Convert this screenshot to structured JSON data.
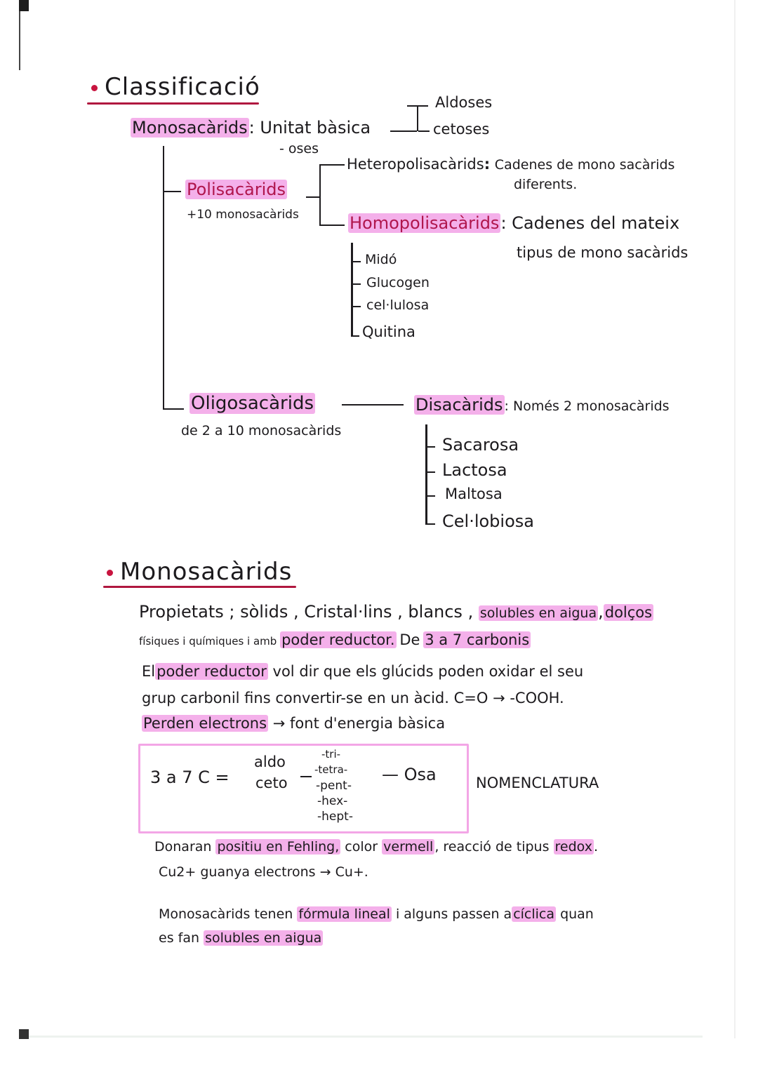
{
  "page": {
    "background": "#ffffff",
    "highlight_color": "#f4b0ea",
    "ink_color": "#1c1a1d",
    "accent_red": "#c8143f"
  },
  "section1": {
    "title": "Classificació",
    "monosacarids": {
      "label": "Monosacàrids",
      "colon": ":",
      "desc": "Unitat bàsica",
      "suffix": "- oses",
      "types": [
        "Aldoses",
        "cetoses"
      ]
    },
    "polisacarids": {
      "label": "Polisacàrids",
      "note": "+10 monosacàrids",
      "hetero": {
        "label": "Heteropolisacàrids",
        "desc_line1": "Cadenes de mono sacàrids",
        "desc_line2": "diferents."
      },
      "homo": {
        "label": "Homopolisacàrids",
        "desc_line1": ": Cadenes del mateix",
        "desc_line2": "tipus de mono sacàrids",
        "examples": [
          "Midó",
          "Glucogen",
          "cel·lulosa",
          "Quitina"
        ]
      }
    },
    "oligosacarids": {
      "label": "Oligosacàrids",
      "note": "de 2 a 10 monosacàrids",
      "disacarids": {
        "label": "Disacàrids",
        "desc": ": Només 2 monosacàrids",
        "examples": [
          "Sacarosa",
          "Lactosa",
          "Maltosa",
          "Cel·lobiosa"
        ]
      }
    }
  },
  "section2": {
    "title": "Monosacàrids",
    "p1": {
      "lead": "Propietats ; sòlids , Cristal·lins , blancs ,",
      "hl1": "solubles en aigua",
      "sep": ",",
      "hl2": "dolços",
      "line2_a": "físiques i químiques  i amb",
      "hl3": "poder reductor.",
      "line2_b": "De",
      "hl4": "3 a 7 carbonis"
    },
    "p2": {
      "a": "El",
      "hl1": "poder reductor",
      "b": "vol dir que els glúcids poden oxidar el seu",
      "line2": "grup carbonil fins convertir-se en un àcid.  C=O → -COOH.",
      "hl2": "Perden electrons",
      "line3": "→ font d'energia bàsica"
    },
    "nomenclature": {
      "prefix": "3 a 7 C =",
      "types": [
        "aldo",
        "ceto"
      ],
      "dash": "—",
      "counts": [
        "-tri-",
        "-tetra-",
        "-pent-",
        "-hex-",
        "-hept-"
      ],
      "suffix": "— Osa",
      "label": "NOMENCLATURA"
    },
    "p3": {
      "a": "Donaran",
      "hl1": "positiu en Fehling,",
      "b": "color",
      "hl2": "vermell",
      "c": ", reacció de tipus",
      "hl3": "redox",
      "d": ".",
      "line2": "Cu2+ guanya electrons → Cu+."
    },
    "p4": {
      "a": "Monosacàrids tenen",
      "hl1": "fórmula lineal",
      "b": "i alguns passen a",
      "hl2": "cíclica",
      "c": "quan",
      "line2_a": "es fan",
      "hl3": "solubles en aigua"
    }
  }
}
